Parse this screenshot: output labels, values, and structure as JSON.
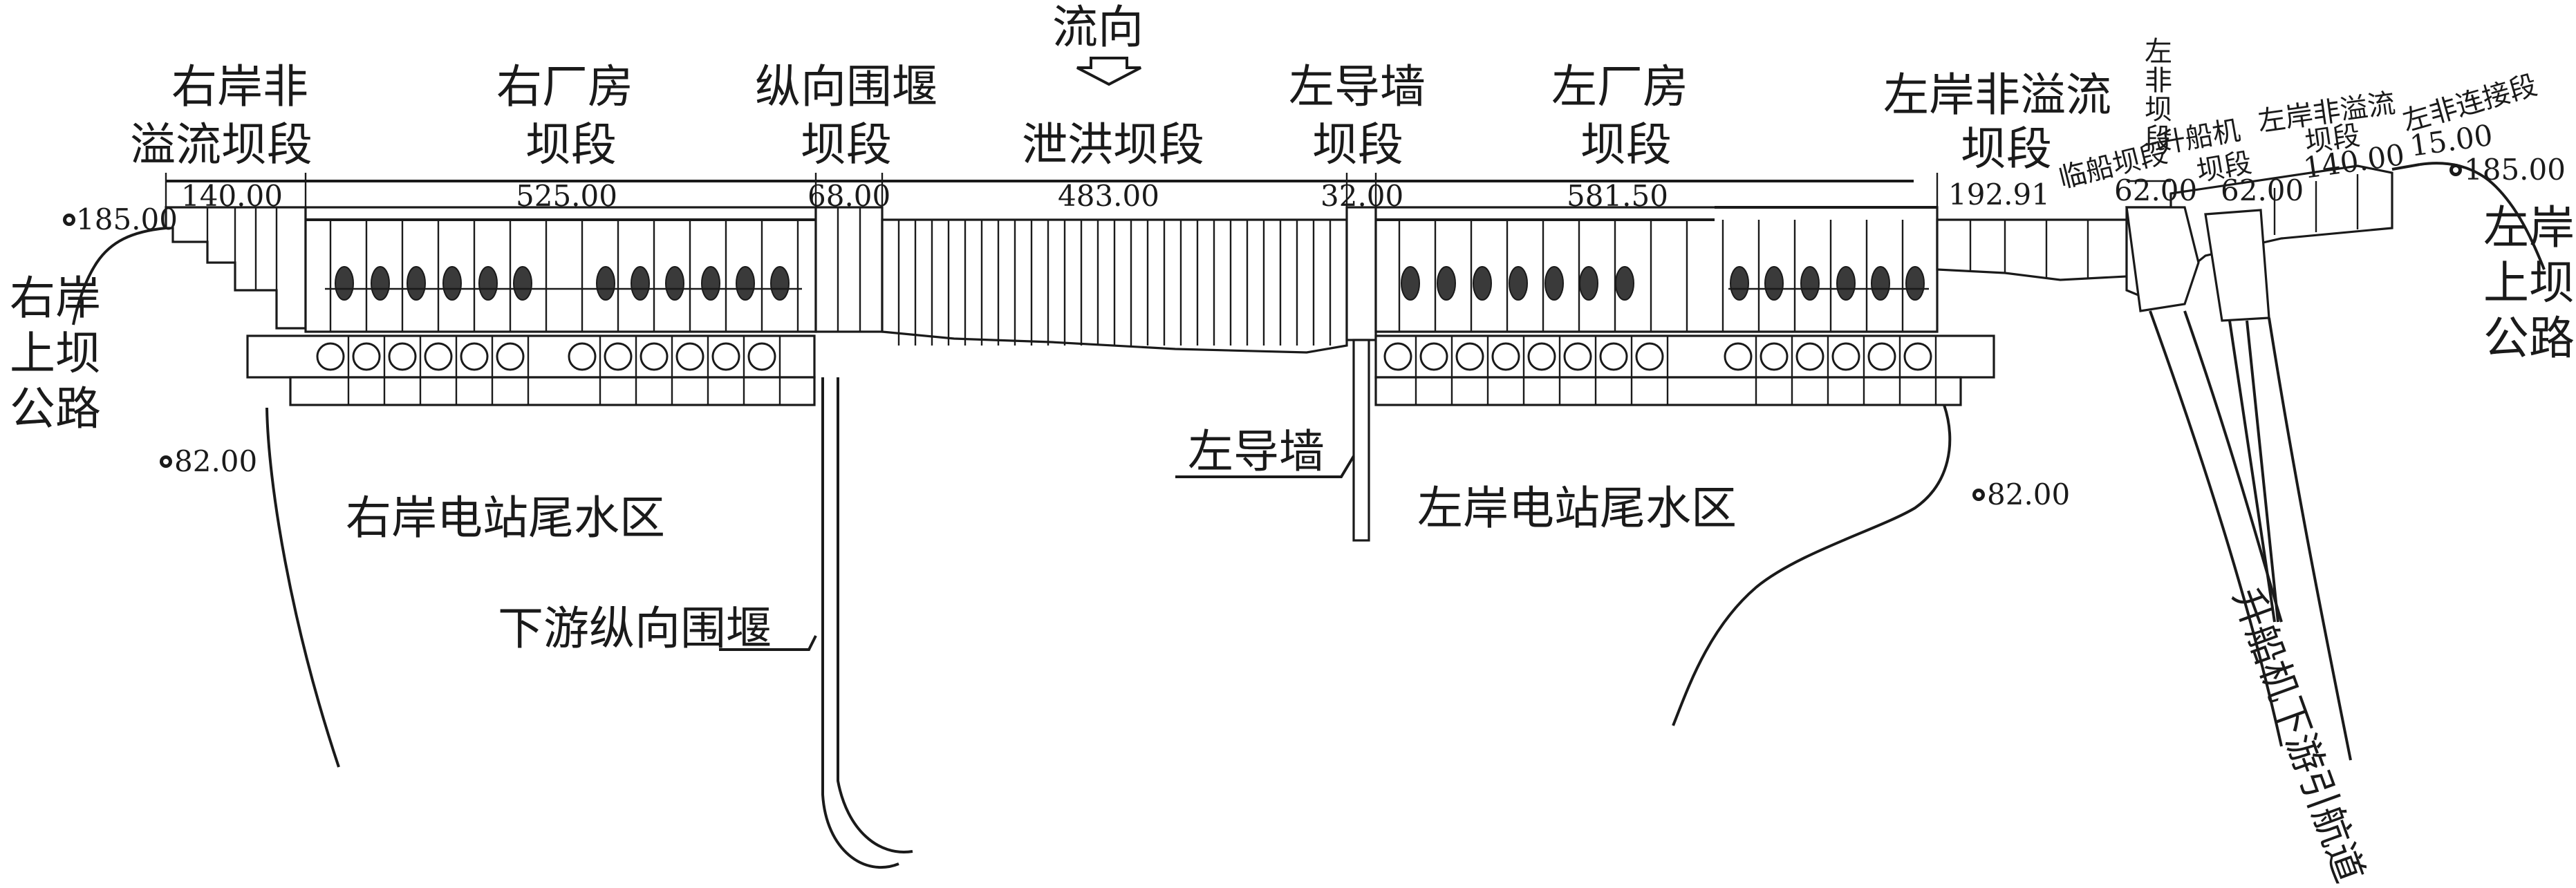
{
  "flow": {
    "label": "流向"
  },
  "sections": {
    "right_non_overflow": {
      "line1": "右岸非",
      "line2": "溢流坝段",
      "length": "140.00"
    },
    "right_powerhouse": {
      "line1": "右厂房",
      "line2": "坝段",
      "length": "525.00"
    },
    "longitudinal_cofferdam": {
      "line1": "纵向围堰",
      "line2": "坝段",
      "length": "68.00"
    },
    "spillway": {
      "line1": "泄洪坝段",
      "length": "483.00"
    },
    "left_guide_wall": {
      "line1": "左导墙",
      "line2": "坝段",
      "length": "32.00"
    },
    "left_powerhouse": {
      "line1": "左厂房",
      "line2": "坝段",
      "length": "581.50"
    },
    "left_non_overflow": {
      "line1": "左岸非溢流",
      "line2": "坝段",
      "length": "192.91"
    },
    "temp_lock": {
      "label": "临船坝段",
      "length": "62.00"
    },
    "left_non_small": {
      "chars": [
        "左",
        "非",
        "坝",
        "段"
      ]
    },
    "ship_lift": {
      "line1": "升船机",
      "line2": "坝段",
      "length": "62.00"
    },
    "left_non_overflow_2": {
      "line1": "左岸非溢流",
      "line2": "坝段",
      "length": "140.00"
    },
    "left_connection": {
      "label": "左非连接段",
      "length": "15.00"
    }
  },
  "elevations": {
    "right_crest": "185.00",
    "left_crest": "185.00",
    "right_tailwater": "82.00",
    "left_tailwater": "82.00"
  },
  "roads": {
    "right": [
      "右岸",
      "上坝",
      "公路"
    ],
    "left": [
      "左岸",
      "上坝",
      "公路"
    ]
  },
  "areas": {
    "right_tailwater": "右岸电站尾水区",
    "left_tailwater": "左岸电站尾水区",
    "downstream_cofferdam": "下游纵向围堰",
    "left_guide_wall": "左导墙",
    "ship_lock_approach": "升船机下游引航道"
  },
  "colors": {
    "line": "#1a1a1a",
    "gate": "#3a3a3a",
    "background": "#ffffff"
  }
}
